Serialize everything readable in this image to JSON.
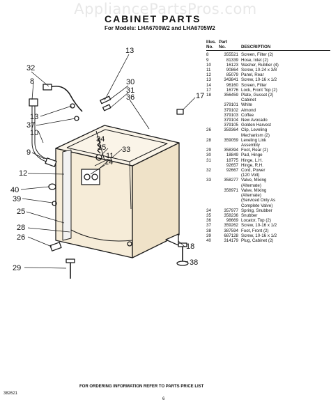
{
  "watermark": "AppliancePartsPros.com",
  "title": "CABINET PARTS",
  "subtitle": "For Models: LHA6700W2 and LHA6705W2",
  "table": {
    "headers": {
      "illus": "Illus.\nNo.",
      "part": "Part\nNo.",
      "desc": "DESCRIPTION"
    },
    "rows": [
      {
        "illus": "8",
        "part": "355521",
        "desc": "Screen, Filter (2)"
      },
      {
        "illus": "9",
        "part": "81339",
        "desc": "Hose, Inlet (2)"
      },
      {
        "illus": "10",
        "part": "16123",
        "desc": "Washer, Rubber (4)"
      },
      {
        "illus": "11",
        "part": "90864",
        "desc": "Screw, 10-24 x 3/8"
      },
      {
        "illus": "12",
        "part": "85079",
        "desc": "Panel, Rear"
      },
      {
        "illus": "13",
        "part": "343841",
        "desc": "Screw, 10-16 x 1/2"
      },
      {
        "illus": "14",
        "part": "96160",
        "desc": "Screen, Filter"
      },
      {
        "illus": "17",
        "part": "16776",
        "desc": "Lock, Front Top (2)"
      },
      {
        "illus": "18",
        "part": "356459",
        "desc": "Plate, Gusset (2)"
      },
      {
        "illus": "",
        "part": "",
        "desc": "Cabinet"
      },
      {
        "illus": "",
        "part": "379101",
        "desc": "White"
      },
      {
        "illus": "",
        "part": "379102",
        "desc": "Almond"
      },
      {
        "illus": "",
        "part": "379103",
        "desc": "Coffee"
      },
      {
        "illus": "",
        "part": "379104",
        "desc": "New Avocado"
      },
      {
        "illus": "",
        "part": "379105",
        "desc": "Golden Harvest"
      },
      {
        "illus": "26",
        "part": "359364",
        "desc": "Clip, Leveling"
      },
      {
        "illus": "",
        "part": "",
        "desc": "Mechanism (2)"
      },
      {
        "illus": "28",
        "part": "359059",
        "desc": "Leveling Link"
      },
      {
        "illus": "",
        "part": "",
        "desc": "Assembly"
      },
      {
        "illus": "29",
        "part": "358394",
        "desc": "Foot, Rear (2)"
      },
      {
        "illus": "30",
        "part": "18849",
        "desc": "Pad, Hinge"
      },
      {
        "illus": "31",
        "part": "18775",
        "desc": "Hinge, L.H."
      },
      {
        "illus": "",
        "part": "92657",
        "desc": "Hinge, R.H."
      },
      {
        "illus": "32",
        "part": "92667",
        "desc": "Cord, Power"
      },
      {
        "illus": "",
        "part": "",
        "desc": "(120 Volt)"
      },
      {
        "illus": "33",
        "part": "358277",
        "desc": "Valve, Mixing"
      },
      {
        "illus": "",
        "part": "",
        "desc": "(Alternate)"
      },
      {
        "illus": "",
        "part": "358971",
        "desc": "Valve, Mixing"
      },
      {
        "illus": "",
        "part": "",
        "desc": "(Alternate)"
      },
      {
        "illus": "",
        "part": "",
        "desc": "(Serviced Only As"
      },
      {
        "illus": "",
        "part": "",
        "desc": "Complete Valve)"
      },
      {
        "illus": "34",
        "part": "357977",
        "desc": "Spring, Snubber"
      },
      {
        "illus": "35",
        "part": "358236",
        "desc": "Snubber"
      },
      {
        "illus": "36",
        "part": "98669",
        "desc": "Locator, Top (2)"
      },
      {
        "illus": "37",
        "part": "359262",
        "desc": "Screw, 10-16 x 1/2"
      },
      {
        "illus": "38",
        "part": "387594",
        "desc": "Foot, Front (2)"
      },
      {
        "illus": "39",
        "part": "687128",
        "desc": "Screw, 10-16 x 1/2"
      },
      {
        "illus": "40",
        "part": "314179",
        "desc": "Plug, Cabinet (2)"
      }
    ]
  },
  "callouts": [
    "13",
    "32",
    "8",
    "30",
    "31",
    "36",
    "17",
    "13",
    "37",
    "10",
    "34",
    "35",
    "33",
    "9",
    "14",
    "11",
    "12",
    "40",
    "39",
    "25",
    "28",
    "26",
    "18",
    "38",
    "29"
  ],
  "footer": "FOR ORDERING INFORMATION REFER TO PARTS PRICE LIST",
  "doc_number": "382621",
  "page_number": "6"
}
